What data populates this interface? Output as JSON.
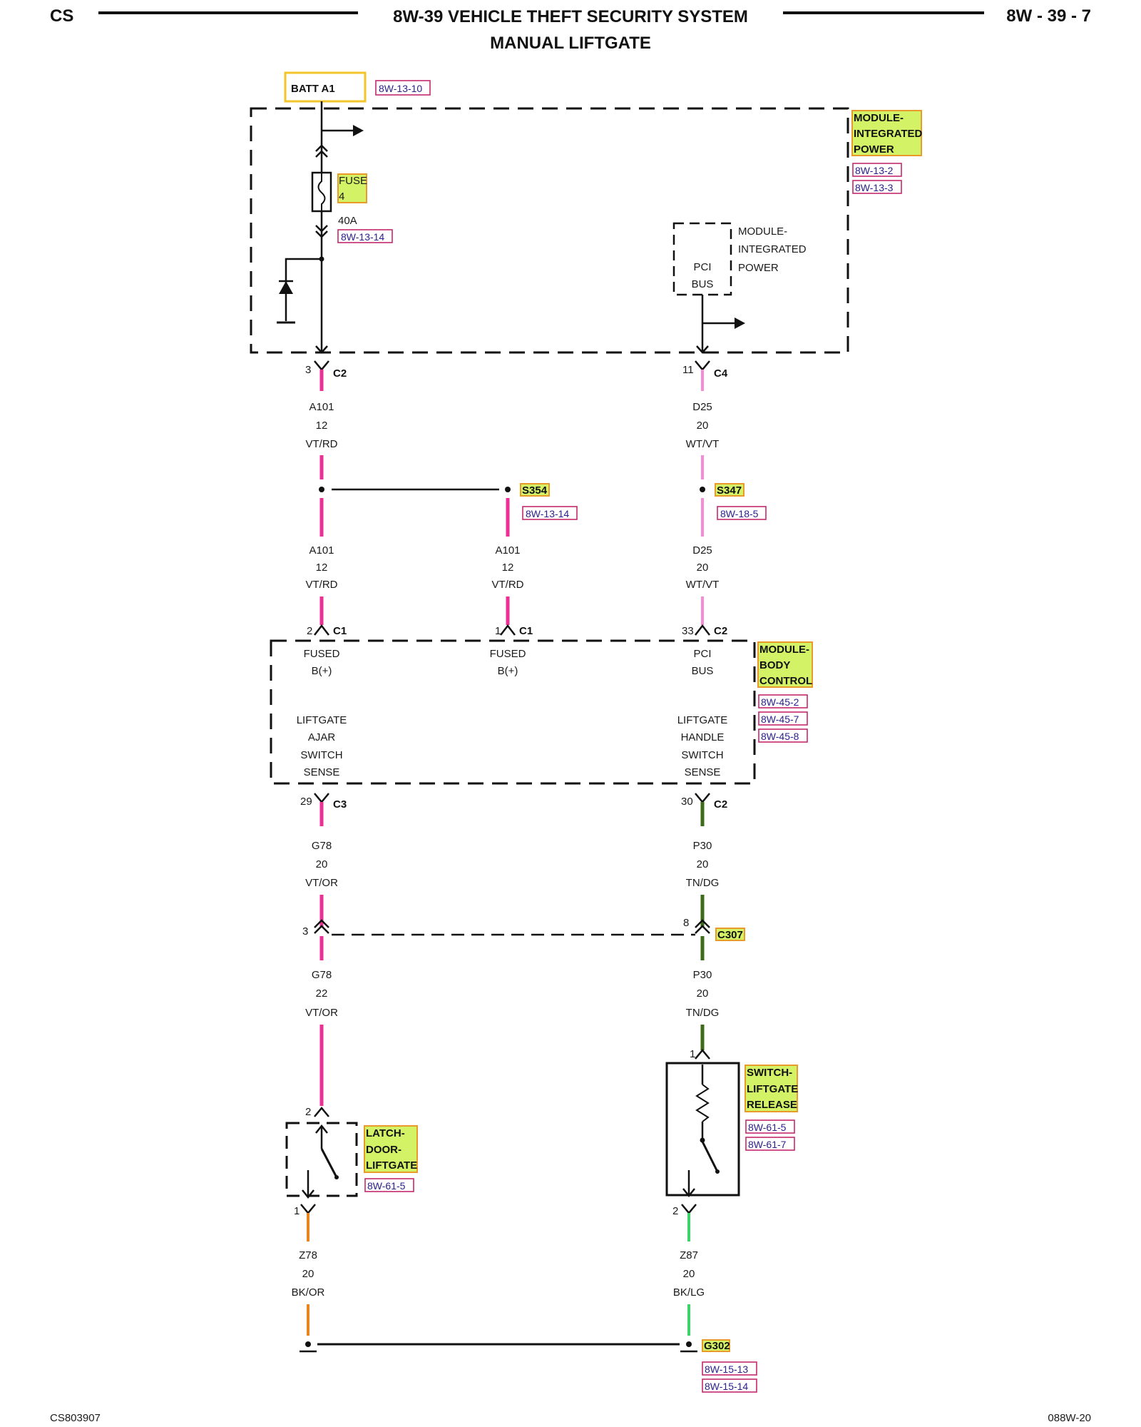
{
  "header": {
    "left": "CS",
    "title": "8W-39 VEHICLE THEFT SECURITY SYSTEM",
    "subtitle": "MANUAL LIFTGATE",
    "right": "8W - 39 - 7"
  },
  "footer": {
    "left": "CS803907",
    "right": "088W-20"
  },
  "batt": {
    "label": "BATT A1",
    "ref": "8W-13-10"
  },
  "mip": {
    "name_lines": [
      "MODULE-",
      "INTEGRATED",
      "POWER"
    ],
    "refs": [
      "8W-13-2",
      "8W-13-3"
    ],
    "fuse_lines": [
      "FUSE",
      "4"
    ],
    "fuse_rating": "40A",
    "fuse_ref": "8W-13-14",
    "pci_lines": [
      "PCI",
      "BUS"
    ],
    "sub_lines": [
      "MODULE-",
      "INTEGRATED",
      "POWER"
    ]
  },
  "connectors": {
    "mip_c2": {
      "pin": "3",
      "name": "C2"
    },
    "mip_c4": {
      "pin": "11",
      "name": "C4"
    },
    "bcm_c1a": {
      "pin": "2",
      "name": "C1"
    },
    "bcm_c1b": {
      "pin": "1",
      "name": "C1"
    },
    "bcm_c2": {
      "pin": "33",
      "name": "C2"
    },
    "bcm_c3": {
      "pin": "29",
      "name": "C3"
    },
    "bcm_c2b": {
      "pin": "30",
      "name": "C2"
    },
    "c307_left": {
      "pin": "3"
    },
    "c307_right": {
      "pin": "8",
      "name": "C307"
    },
    "latch_top": {
      "pin": "2"
    },
    "latch_bottom": {
      "pin": "1"
    },
    "switch_top": {
      "pin": "1"
    },
    "switch_bottom": {
      "pin": "2"
    }
  },
  "wires": {
    "a101_upper": [
      "A101",
      "12",
      "VT/RD"
    ],
    "d25_upper": [
      "D25",
      "20",
      "WT/VT"
    ],
    "a101_lower_left": [
      "A101",
      "12",
      "VT/RD"
    ],
    "a101_lower_mid": [
      "A101",
      "12",
      "VT/RD"
    ],
    "d25_lower": [
      "D25",
      "20",
      "WT/VT"
    ],
    "g78_upper": [
      "G78",
      "20",
      "VT/OR"
    ],
    "p30_upper": [
      "P30",
      "20",
      "TN/DG"
    ],
    "g78_lower": [
      "G78",
      "22",
      "VT/OR"
    ],
    "p30_lower": [
      "P30",
      "20",
      "TN/DG"
    ],
    "z78": [
      "Z78",
      "20",
      "BK/OR"
    ],
    "z87": [
      "Z87",
      "20",
      "BK/LG"
    ]
  },
  "splices": {
    "s354": {
      "name": "S354",
      "ref": "8W-13-14"
    },
    "s347": {
      "name": "S347",
      "ref": "8W-18-5"
    }
  },
  "bcm": {
    "name_lines": [
      "MODULE-",
      "BODY",
      "CONTROL"
    ],
    "refs": [
      "8W-45-2",
      "8W-45-7",
      "8W-45-8"
    ],
    "pin_a": [
      "FUSED",
      "B(+)"
    ],
    "pin_b": [
      "FUSED",
      "B(+)"
    ],
    "pin_c": [
      "PCI",
      "BUS"
    ],
    "pin_d": [
      "LIFTGATE",
      "AJAR",
      "SWITCH",
      "SENSE"
    ],
    "pin_e": [
      "LIFTGATE",
      "HANDLE",
      "SWITCH",
      "SENSE"
    ]
  },
  "latch": {
    "name_lines": [
      "LATCH-",
      "DOOR-",
      "LIFTGATE"
    ],
    "ref": "8W-61-5"
  },
  "switch": {
    "name_lines": [
      "SWITCH-",
      "LIFTGATE",
      "RELEASE"
    ],
    "refs": [
      "8W-61-5",
      "8W-61-7"
    ]
  },
  "ground": {
    "name": "G302",
    "refs": [
      "8W-15-13",
      "8W-15-14"
    ]
  }
}
